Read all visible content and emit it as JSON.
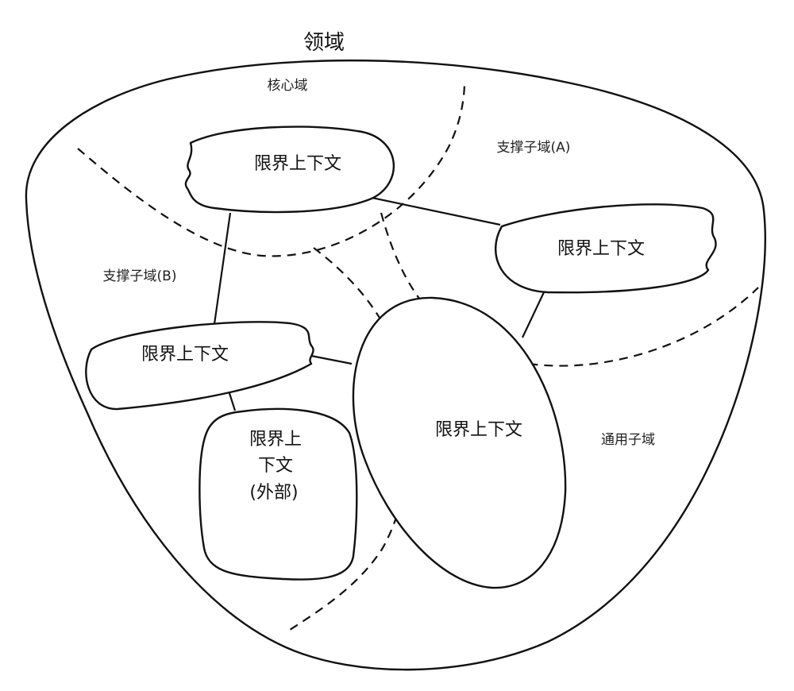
{
  "domain": "领域",
  "subdomains": {
    "core": "核心域",
    "support_a": "支撑子域(A)",
    "support_b": "支撑子域(B)",
    "generic": "通用子域"
  },
  "contexts": {
    "top": "限界上下文",
    "right": "限界上下文",
    "left": "限界上下文",
    "center": "限界上下文",
    "external_line1": "限界上",
    "external_line2": "下文",
    "external_line3": "(外部)"
  },
  "colors": {
    "line": "#111111",
    "background": "#ffffff"
  }
}
